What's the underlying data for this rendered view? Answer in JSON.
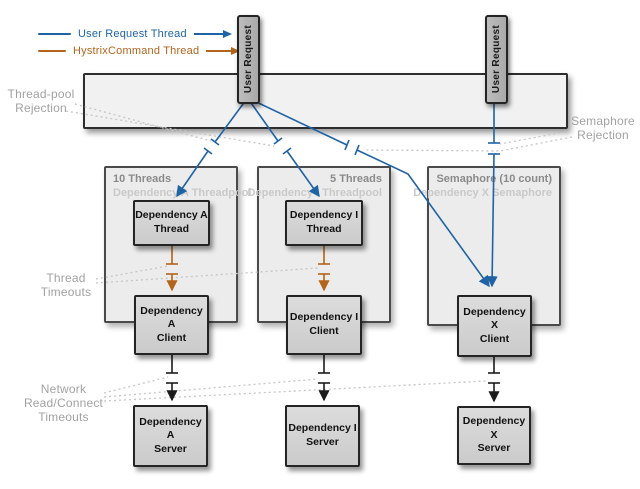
{
  "diagram": {
    "legend": [
      {
        "label": "User Request Thread",
        "color": "#1f63a5"
      },
      {
        "label": "HystrixCommand Thread",
        "color": "#b2641c"
      }
    ],
    "user_requests": {
      "left": "User Request",
      "right": "User Request"
    },
    "annotations": {
      "thread_pool_rejection": "Thread-pool\nRejection",
      "semaphore_rejection": "Semaphore\nRejection",
      "thread_timeouts": "Thread\nTimeouts",
      "network_timeouts": "Network\nRead/Connect\nTimeouts"
    },
    "pools": [
      {
        "title": "10 Threads",
        "subtitle": "Dependency A Threadpool"
      },
      {
        "title": "5 Threads",
        "subtitle": "Dependency I Threadpool"
      },
      {
        "title": "Semaphore (10 count)",
        "subtitle": "Dependency X Semaphore"
      }
    ],
    "boxes": {
      "thread_a": "Dependency A\nThread",
      "thread_i": "Dependency I\nThread",
      "client_a": "Dependency A\nClient",
      "client_i": "Dependency I\nClient",
      "client_x": "Dependency X\nClient",
      "server_a": "Dependency A\nServer",
      "server_i": "Dependency I\nServer",
      "server_x": "Dependency X\nServer"
    },
    "colors": {
      "user_request_thread": "#1f63a5",
      "hystrix_command_thread": "#b2641c",
      "network_line": "#1c1c1c",
      "annotation_dotted": "#c6c6c6"
    }
  }
}
